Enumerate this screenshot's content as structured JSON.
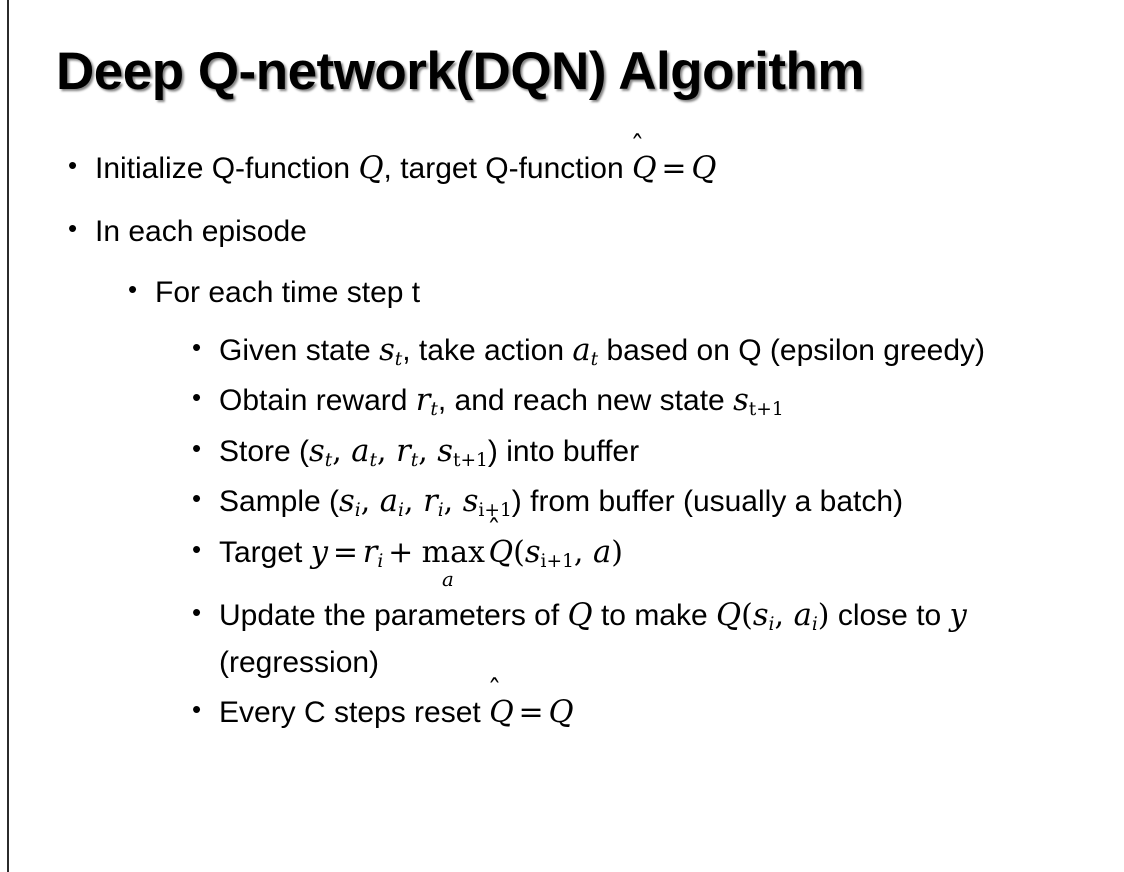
{
  "slide": {
    "title": "Deep Q-network(DQN) Algorithm",
    "background_color": "#ffffff",
    "text_color": "#000000",
    "edge_rule_color": "#2b2b2b",
    "bullet_glyph": "•"
  },
  "bullets": {
    "initialize": {
      "level": 1,
      "pre": "Initialize Q-function ",
      "var_q": "Q",
      "mid": ", target Q-function ",
      "q_hat": "Q",
      "hat": "̂",
      "equals": "=",
      "var_q2": "Q"
    },
    "in_each_episode": {
      "level": 1,
      "text": "In each episode"
    },
    "for_each_time_step": {
      "level": 2,
      "text": "For each time step t"
    },
    "given_state": {
      "level": 3,
      "pre": "Given state ",
      "s": "s",
      "s_sub": "t",
      "mid": ", take action ",
      "a": "a",
      "a_sub": "t",
      "post": " based on Q (epsilon greedy)"
    },
    "obtain_reward": {
      "level": 3,
      "pre": "Obtain reward ",
      "r": "r",
      "r_sub": "t",
      "mid": ", and reach new state ",
      "s": "s",
      "s_sub": "t+1"
    },
    "store": {
      "level": 3,
      "pre": "Store (",
      "s": "s",
      "s_sub": "t",
      "c1": ", ",
      "a": "a",
      "a_sub": "t",
      "c2": ", ",
      "r": "r",
      "r_sub": "t",
      "c3": ", ",
      "s2": "s",
      "s2_sub": "t+1",
      "post": ") into buffer"
    },
    "sample": {
      "level": 3,
      "pre": "Sample (",
      "s": "s",
      "s_sub": "i",
      "c1": ", ",
      "a": "a",
      "a_sub": "i",
      "c2": ", ",
      "r": "r",
      "r_sub": "i",
      "c3": ", ",
      "s2": "s",
      "s2_sub": "i+1",
      "post": ") from buffer (usually a batch)"
    },
    "target": {
      "level": 3,
      "pre": "Target ",
      "y": "y",
      "equals": "=",
      "r": "r",
      "r_sub": "i",
      "plus": "+",
      "max_name": "max",
      "max_under": "a",
      "q_hat": "Q",
      "hat": "̂",
      "paren_open": "(",
      "s": "s",
      "s_sub": "i+1",
      "comma": ", ",
      "a": "a",
      "paren_close": ")"
    },
    "update": {
      "level": 3,
      "pre": "Update the parameters of ",
      "q1": "Q",
      "mid": " to make ",
      "q2": "Q",
      "paren_open": "(",
      "s": "s",
      "s_sub": "i",
      "comma": ", ",
      "a": "a",
      "a_sub": "i",
      "paren_close": ")",
      "post": " close to ",
      "y": "y",
      "tail": " (regression)"
    },
    "reset": {
      "level": 3,
      "pre": "Every C steps reset ",
      "q_hat": "Q",
      "hat": "̂",
      "equals": "=",
      "q": "Q"
    }
  }
}
